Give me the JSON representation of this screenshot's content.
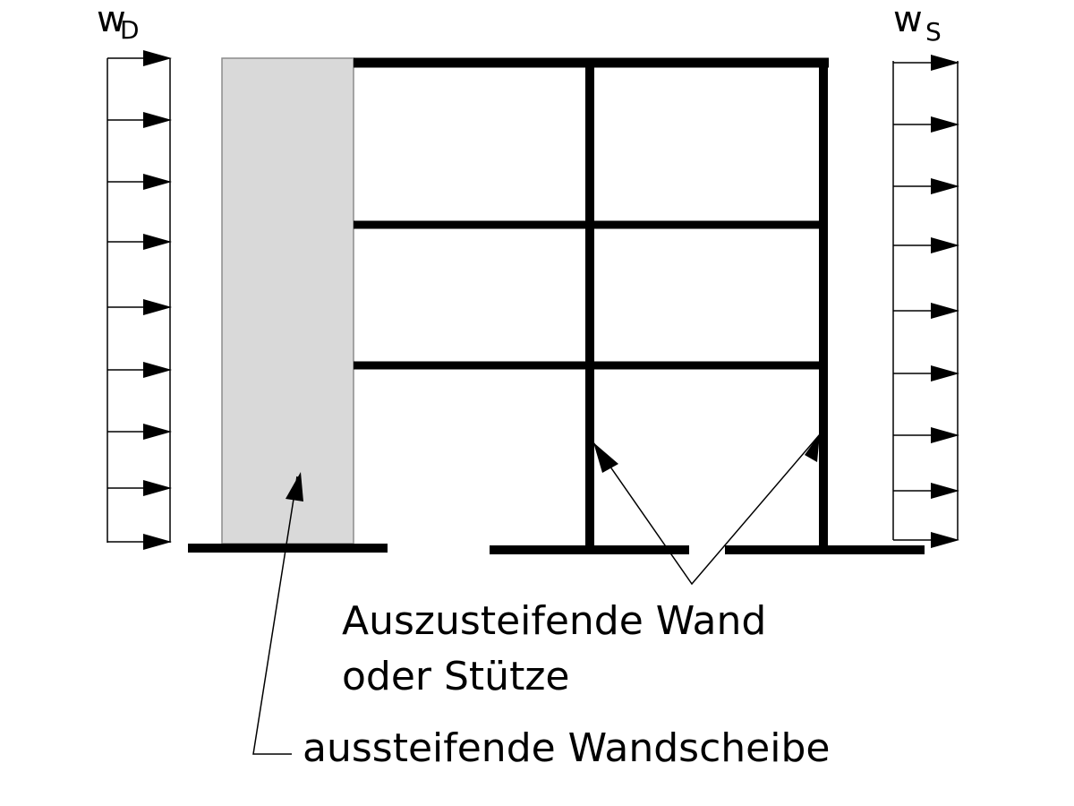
{
  "loads": {
    "left": {
      "symbol": "w",
      "subscript": "D"
    },
    "right": {
      "symbol": "w",
      "subscript": "S"
    }
  },
  "labels": {
    "braced_member_line1": "Auszusteifende Wand",
    "braced_member_line2": "oder Stütze",
    "shear_wall": "aussteifende Wandscheibe"
  },
  "colors": {
    "shear_wall_fill": "#d9d9d9",
    "shear_wall_stroke": "#8c8c8c",
    "line": "#000000",
    "background": "#ffffff"
  }
}
